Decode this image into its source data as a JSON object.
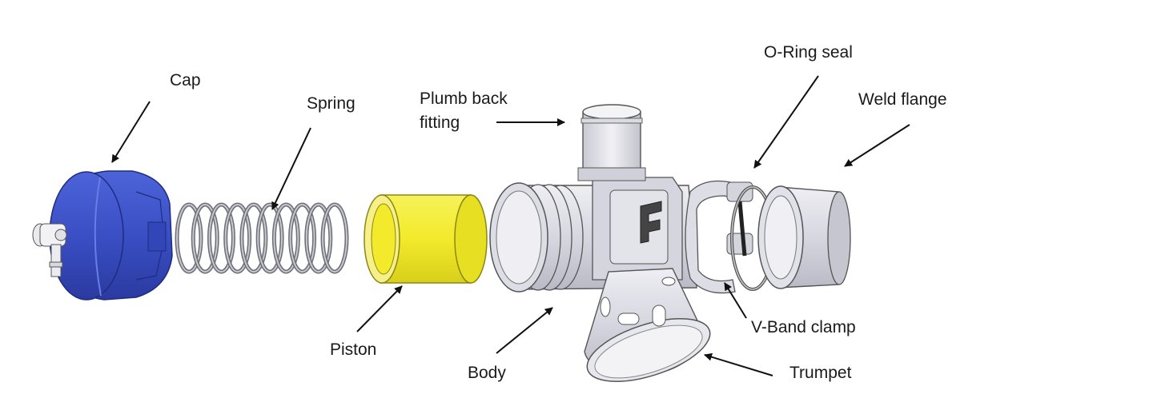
{
  "diagram": {
    "title": "Blow-off valve exploded view",
    "labels": {
      "cap": "Cap",
      "spring": "Spring",
      "piston": "Piston",
      "body": "Body",
      "plumb_back_line1": "Plumb back",
      "plumb_back_line2": "fitting",
      "o_ring": "O-Ring seal",
      "weld_flange": "Weld flange",
      "v_band": "V-Band clamp",
      "trumpet": "Trumpet"
    },
    "colors": {
      "cap": "#3a4fc4",
      "cap_dark": "#27379a",
      "piston": "#f2ea2a",
      "piston_dark": "#c9c01a",
      "metal": "#d8d9e2",
      "metal_dark": "#9a9ba6",
      "arrow": "#111111"
    }
  }
}
